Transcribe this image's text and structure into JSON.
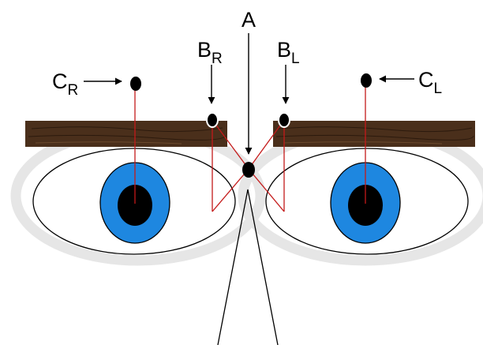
{
  "labels": {
    "a": "A",
    "b_right": {
      "main": "B",
      "sub": "R"
    },
    "b_left": {
      "main": "B",
      "sub": "L"
    },
    "c_right": {
      "main": "C",
      "sub": "R"
    },
    "c_left": {
      "main": "C",
      "sub": "L"
    }
  },
  "colors": {
    "iris": "#1e87e0",
    "pupil": "#000000",
    "sight_line": "#c41a1a",
    "brow": "#4a2f1b",
    "orbit_ring": "#e6e6e6"
  }
}
